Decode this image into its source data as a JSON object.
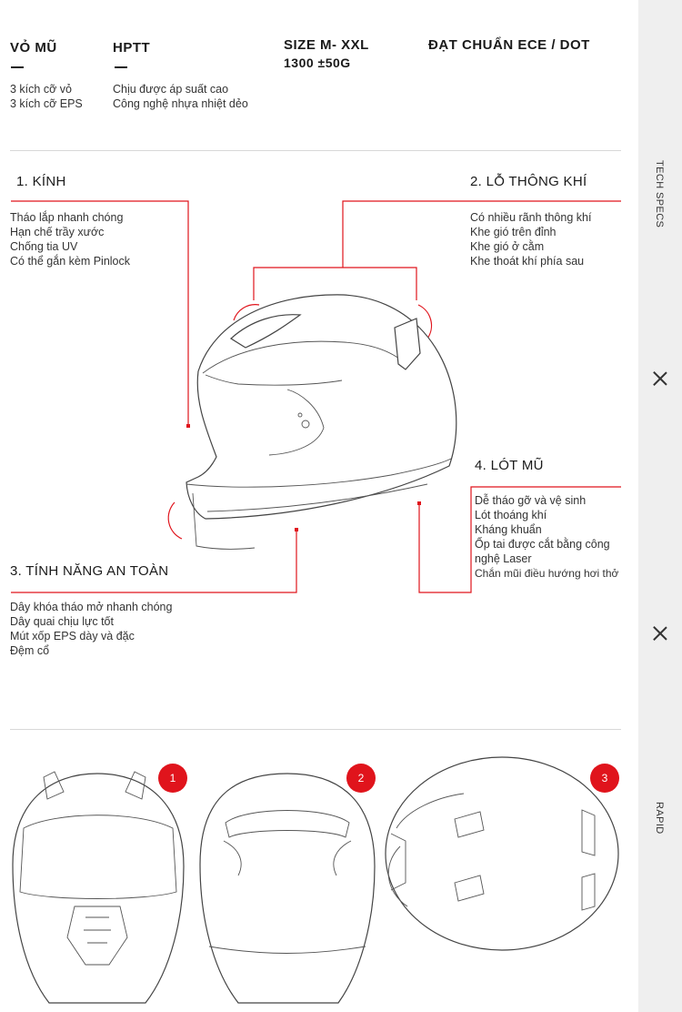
{
  "specs": [
    {
      "title": "VỎ MŨ",
      "lines": [
        "3 kích cỡ vỏ",
        "3 kích cỡ EPS"
      ]
    },
    {
      "title": "HPTT",
      "lines": [
        "Chịu được áp suất cao",
        "Công nghệ nhựa nhiệt dẻo"
      ]
    },
    {
      "title": "SIZE M- XXL",
      "lines": [
        "1300 ±50G"
      ]
    },
    {
      "title": "ĐẠT CHUẨN ECE / DOT",
      "lines": []
    }
  ],
  "features": {
    "visor": {
      "title": "1. KÍNH",
      "items": [
        "Tháo lắp nhanh chóng",
        "Hạn chế trầy xước",
        "Chống tia UV",
        "Có thể gắn kèm Pinlock"
      ]
    },
    "vents": {
      "title": "2. LỖ THÔNG KHÍ",
      "items": [
        "Có nhiều rãnh thông khí",
        "Khe gió trên đỉnh",
        "Khe gió ở cằm",
        "Khe thoát khí phía sau"
      ]
    },
    "safety": {
      "title": "3. TÍNH NĂNG AN TOÀN",
      "items": [
        "Dây khóa tháo mở nhanh chóng",
        "Dây quai chịu lực tốt",
        "Mút xốp EPS dày và đặc",
        "Đệm cổ"
      ]
    },
    "liner": {
      "title": "4. LÓT MŨ",
      "items": [
        "Dễ tháo gỡ và vệ sinh",
        "Lót thoáng khí",
        "Kháng khuẩn",
        "Ốp tai được cắt bằng công",
        "nghệ Laser",
        "Chắn mũi điều hướng hơi thở"
      ]
    }
  },
  "views": [
    {
      "number": "1"
    },
    {
      "number": "2"
    },
    {
      "number": "3"
    }
  ],
  "sidebar": {
    "top_label": "TECH SPECS",
    "bottom_label": "RAPID"
  },
  "colors": {
    "accent": "#e0141c",
    "sidebar_bg": "#efefef"
  }
}
